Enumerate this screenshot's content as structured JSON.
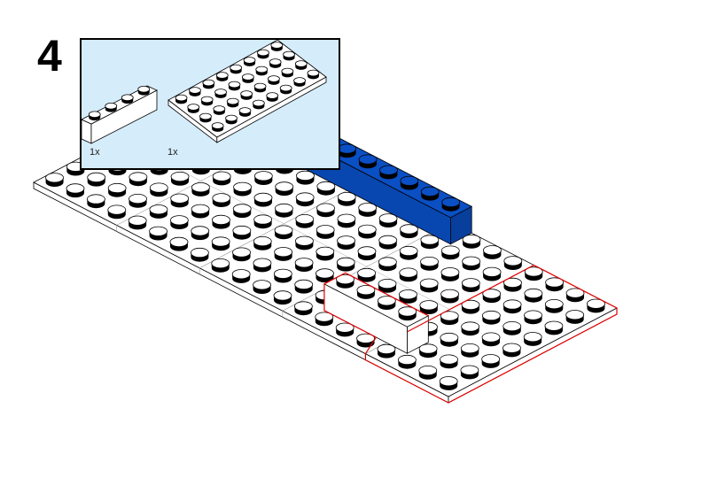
{
  "step": {
    "number": "4"
  },
  "callout": {
    "parts": [
      {
        "qty": "1x",
        "part": "brick-1x4",
        "color": "#ffffff"
      },
      {
        "qty": "1x",
        "part": "plate-4x8",
        "color": "#ffffff"
      }
    ],
    "background": "#d5ecfb"
  },
  "model": {
    "baseplate_studs": [
      20,
      8
    ],
    "bricks": [
      {
        "part": "brick-1x8",
        "color": "#0a4fc4"
      },
      {
        "part": "brick-1x4",
        "color": "#ffffff"
      }
    ],
    "highlight_color": "#e00000"
  }
}
